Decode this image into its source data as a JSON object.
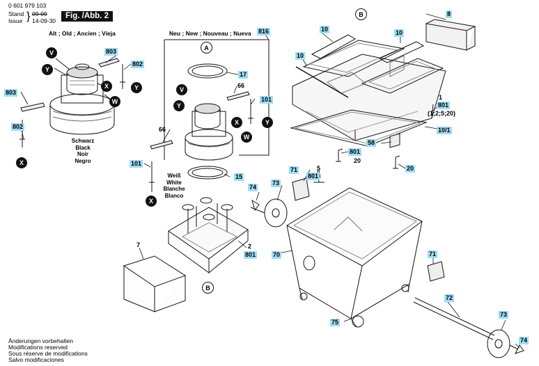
{
  "header": {
    "part_number": "0 601 979 103",
    "stand_label": "Stand",
    "stand_old_value": "09-09",
    "issue_label": "Issue",
    "issue_value": "14-09-30",
    "figure_label": "Fig. /Abb. 2"
  },
  "sections": {
    "old": "Alt ; Old ; Ancien ; Vieja",
    "new": "Neu ; New ; Nouveau ; Nueva"
  },
  "color_notes": {
    "black": [
      "Schwarz",
      "Black",
      "Noir",
      "Negro"
    ],
    "white": [
      "Weiß",
      "White",
      "Blanche",
      "Blanco"
    ]
  },
  "callouts": {
    "p8": "8",
    "p10a": "10",
    "p10b": "10",
    "p10c": "10",
    "p1": "1",
    "p801a": "801",
    "p801note": "(1;2;5;20)",
    "p10_1": "10/1",
    "p816": "816",
    "p17": "17",
    "p66a": "66",
    "p101a": "101",
    "p66b": "66",
    "p101b": "101",
    "p15": "15",
    "p803a": "803",
    "p802a": "802",
    "p803b": "803",
    "p802b": "802",
    "p801b": "801",
    "p20a": "20",
    "p58": "58",
    "p20b": "20",
    "p71a": "71",
    "p5": "5",
    "p801c": "801",
    "p74a": "74",
    "p73a": "73",
    "p7": "7",
    "p2": "2",
    "p801d": "801",
    "p70": "70",
    "p71b": "71",
    "p72": "72",
    "p73b": "73",
    "p75": "75",
    "p74b": "74"
  },
  "markers": {
    "V": "V",
    "Y": "Y",
    "X": "X",
    "W": "W",
    "A": "A",
    "B": "B"
  },
  "footer": [
    "Änderungen vorbehalten",
    "Modifications reserved",
    "Sous réserve de modifications",
    "Salvo modificaciones"
  ],
  "colors": {
    "callout_bg": "#9fdcf5",
    "line": "#111111",
    "marker_fill": "#111111"
  }
}
